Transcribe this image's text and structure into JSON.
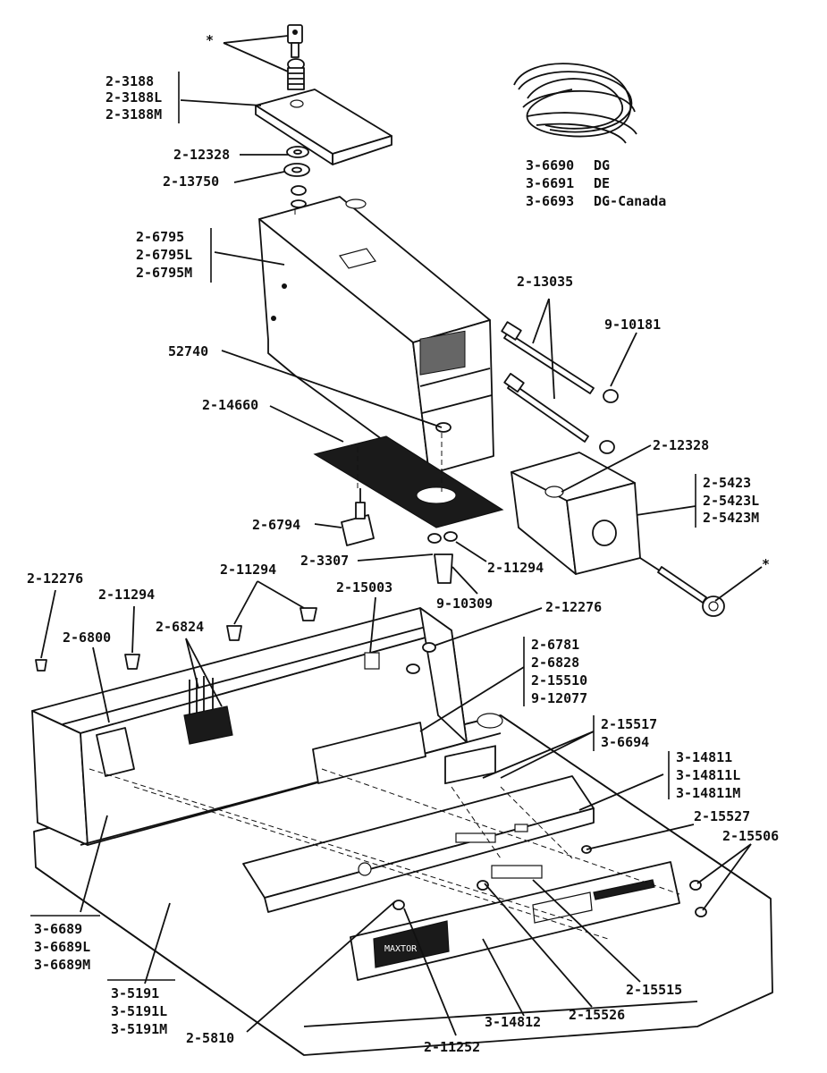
{
  "labels": {
    "star_top": "*",
    "p_2_3188": "2-3188",
    "p_2_3188L": "2-3188L",
    "p_2_3188M": "2-3188M",
    "p_2_12328_top": "2-12328",
    "p_2_13750": "2-13750",
    "p_3_6690": "3-6690",
    "p_3_6691": "3-6691",
    "p_3_6693": "3-6693",
    "v_dg": "DG",
    "v_de": "DE",
    "v_dg_canada": "DG-Canada",
    "p_2_6795": "2-6795",
    "p_2_6795L": "2-6795L",
    "p_2_6795M": "2-6795M",
    "p_2_13035": "2-13035",
    "p_9_10181": "9-10181",
    "p_52740": "52740",
    "p_2_14660": "2-14660",
    "p_2_12328_right": "2-12328",
    "p_2_5423": "2-5423",
    "p_2_5423L": "2-5423L",
    "p_2_5423M": "2-5423M",
    "p_2_6794": "2-6794",
    "p_2_3307": "2-3307",
    "p_2_11294_mid": "2-11294",
    "star_right": "*",
    "p_2_12276_left": "2-12276",
    "p_2_11294_left": "2-11294",
    "p_2_11294_top": "2-11294",
    "p_2_15003": "2-15003",
    "p_9_10309": "9-10309",
    "p_2_12276_right": "2-12276",
    "p_2_6800": "2-6800",
    "p_2_6824": "2-6824",
    "p_2_6781": "2-6781",
    "p_2_6828": "2-6828",
    "p_2_15510": "2-15510",
    "p_9_12077": "9-12077",
    "p_2_15517": "2-15517",
    "p_3_6694": "3-6694",
    "p_3_14811": "3-14811",
    "p_3_14811L": "3-14811L",
    "p_3_14811M": "3-14811M",
    "p_2_15527": "2-15527",
    "p_2_15506": "2-15506",
    "p_3_6689": "3-6689",
    "p_3_6689L": "3-6689L",
    "p_3_6689M": "3-6689M",
    "p_3_5191": "3-5191",
    "p_3_5191L": "3-5191L",
    "p_3_5191M": "3-5191M",
    "p_2_5810": "2-5810",
    "p_2_11252": "2-11252",
    "p_3_14812": "3-14812",
    "p_2_15526": "2-15526",
    "p_2_15515": "2-15515"
  },
  "nameplate_text": "MAXTOR"
}
